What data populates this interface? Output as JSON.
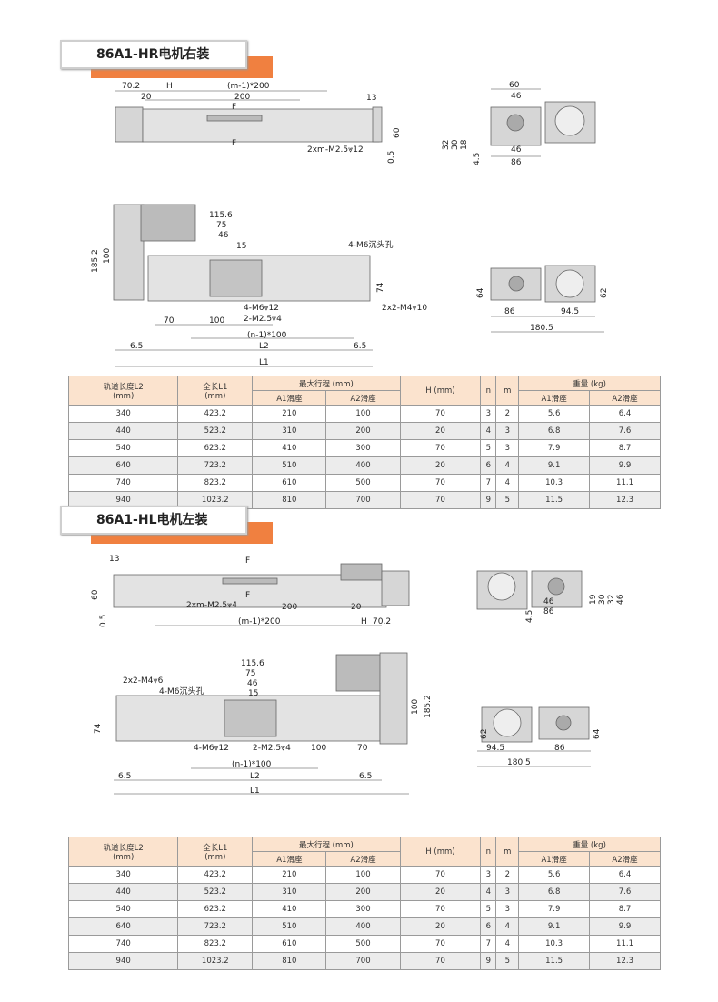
{
  "sections": [
    {
      "title": "86A1-HR电机右装",
      "labels": [
        "70.2",
        "H",
        "(m-1)*200",
        "20",
        "200",
        "13",
        "F",
        "F",
        "60",
        "0.5",
        "2xm-M2.5⩔12",
        "60",
        "46",
        "32",
        "30",
        "18",
        "4.5",
        "46",
        "86",
        "185.2",
        "100",
        "115.6",
        "75",
        "46",
        "15",
        "4-M6沉头孔",
        "74",
        "4-M6⩔12",
        "2-M2.5⩔4",
        "2x2-M4⩔10",
        "70",
        "100",
        "(n-1)*100",
        "6.5",
        "L2",
        "6.5",
        "L1",
        "64",
        "62",
        "86",
        "94.5",
        "180.5"
      ]
    },
    {
      "title": "86A1-HL电机左装",
      "labels": [
        "13",
        "60",
        "0.5",
        "F",
        "F",
        "2xm-M2.5⩔4",
        "200",
        "20",
        "(m-1)*200",
        "H",
        "70.2",
        "46",
        "86",
        "4.5",
        "19",
        "30",
        "32",
        "46",
        "115.6",
        "75",
        "46",
        "15",
        "2x2-M4⩔6",
        "4-M6沉头孔",
        "74",
        "100",
        "185.2",
        "4-M6⩔12",
        "2-M2.5⩔4",
        "100",
        "70",
        "(n-1)*100",
        "6.5",
        "L2",
        "6.5",
        "L1",
        "62",
        "64",
        "94.5",
        "86",
        "180.5"
      ]
    }
  ],
  "table": {
    "headers": {
      "l2": "轨道长度L2",
      "l2_unit": "(mm)",
      "l1": "全长L1",
      "l1_unit": "(mm)",
      "stroke": "最大行程 (mm)",
      "h": "H (mm)",
      "n": "n",
      "m": "m",
      "weight": "重量 (kg)",
      "a1": "A1滑座",
      "a2": "A2滑座"
    },
    "rows": [
      [
        "340",
        "423.2",
        "210",
        "100",
        "70",
        "3",
        "2",
        "5.6",
        "6.4"
      ],
      [
        "440",
        "523.2",
        "310",
        "200",
        "20",
        "4",
        "3",
        "6.8",
        "7.6"
      ],
      [
        "540",
        "623.2",
        "410",
        "300",
        "70",
        "5",
        "3",
        "7.9",
        "8.7"
      ],
      [
        "640",
        "723.2",
        "510",
        "400",
        "20",
        "6",
        "4",
        "9.1",
        "9.9"
      ],
      [
        "740",
        "823.2",
        "610",
        "500",
        "70",
        "7",
        "4",
        "10.3",
        "11.1"
      ],
      [
        "940",
        "1023.2",
        "810",
        "700",
        "70",
        "9",
        "5",
        "11.5",
        "12.3"
      ]
    ]
  },
  "colors": {
    "accent": "#F08040",
    "header_fill": "#FBE3CE"
  }
}
